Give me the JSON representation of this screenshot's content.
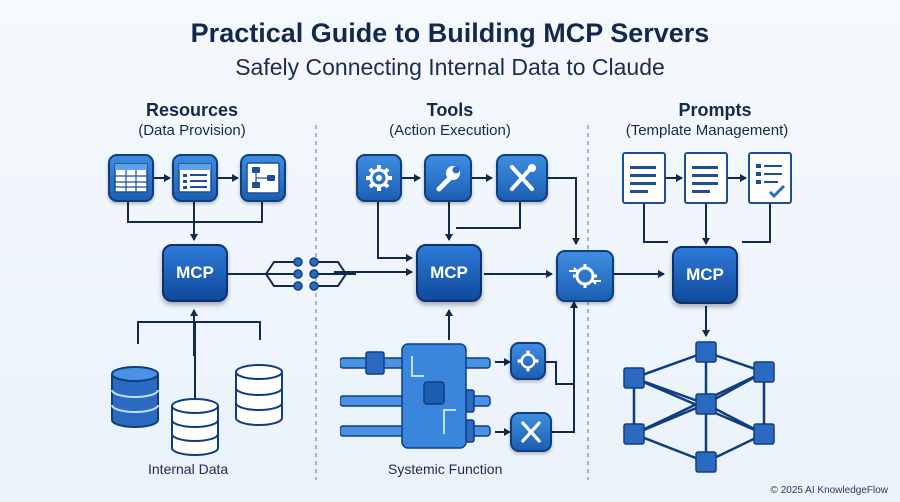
{
  "header": {
    "title": "Practical Guide to Building MCP Servers",
    "subtitle": "Safely Connecting Internal Data to Claude"
  },
  "sections": [
    {
      "title": "Resources",
      "subtitle": "(Data Provision)"
    },
    {
      "title": "Tools",
      "subtitle": "(Action Execution)"
    },
    {
      "title": "Prompts",
      "subtitle": "(Template Management)"
    }
  ],
  "mcp_label": "MCP",
  "labels": {
    "internal_data": "Internal Data",
    "systemic_function": "Systemic Function"
  },
  "footer": {
    "copyright": "© 2025 AI KnowledgeFlow"
  },
  "colors": {
    "primary": "#1c5fb2",
    "dark": "#0f3e80",
    "line": "#13294b",
    "background": "#eef4fb"
  },
  "icons": [
    "table-icon",
    "list-icon",
    "flowchart-icon",
    "gear-icon",
    "wrench-icon",
    "tools-icon",
    "document-icon",
    "checklist-document-icon",
    "database-icon",
    "network-cube-icon",
    "pipeline-icon",
    "sync-gear-icon",
    "connector-icon"
  ]
}
